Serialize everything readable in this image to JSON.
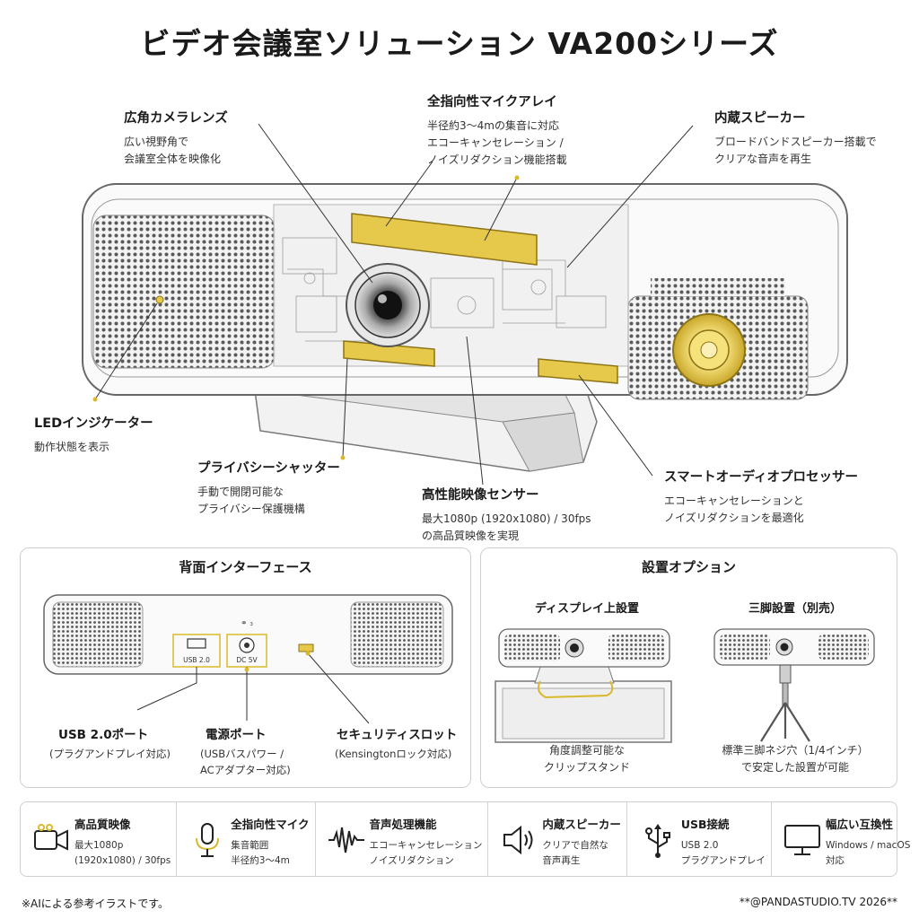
{
  "title": "ビデオ会議室ソリューション VA200シリーズ",
  "callouts": {
    "lens": {
      "title": "広角カメラレンズ",
      "lines": [
        "広い視野角で",
        "会議室全体を映像化"
      ]
    },
    "mic": {
      "title": "全指向性マイクアレイ",
      "lines": [
        "半径約3～4mの集音に対応",
        "エコーキャンセレーション /",
        "ノイズリダクション機能搭載"
      ]
    },
    "speaker": {
      "title": "内蔵スピーカー",
      "lines": [
        "ブロードバンドスピーカー搭載で",
        "クリアな音声を再生"
      ]
    },
    "led": {
      "title": "LEDインジケーター",
      "lines": [
        "動作状態を表示"
      ]
    },
    "shutter": {
      "title": "プライバシーシャッター",
      "lines": [
        "手動で開閉可能な",
        "プライバシー保護機構"
      ]
    },
    "sensor": {
      "title": "高性能映像センサー",
      "lines": [
        "最大1080p (1920x1080) / 30fps",
        "の高品質映像を実現"
      ]
    },
    "processor": {
      "title": "スマートオーディオプロセッサー",
      "lines": [
        "エコーキャンセレーションと",
        "ノイズリダクションを最適化"
      ]
    }
  },
  "rear": {
    "title": "背面インターフェース",
    "usb_port_text": "USB 2.0",
    "power_port_text": "DC 5V",
    "ports": [
      {
        "name": "USB 2.0ポート",
        "lines": [
          "(プラグアンドプレイ対応)"
        ]
      },
      {
        "name": "電源ポート",
        "lines": [
          "(USBバスパワー /",
          "ACアダプター対応)"
        ]
      },
      {
        "name": "セキュリティスロット",
        "lines": [
          "(Kensingtonロック対応)"
        ]
      }
    ]
  },
  "mount": {
    "title": "設置オプション",
    "display": {
      "title": "ディスプレイ上設置",
      "lines": [
        "角度調整可能な",
        "クリップスタンド"
      ]
    },
    "tripod": {
      "title": "三脚設置（別売）",
      "lines": [
        "標準三脚ネジ穴（1/4インチ）",
        "で安定した設置が可能"
      ]
    }
  },
  "features": [
    {
      "icon": "video-camera-icon",
      "title": "高品質映像",
      "lines": [
        "最大1080p",
        "(1920x1080) / 30fps"
      ]
    },
    {
      "icon": "microphone-icon",
      "title": "全指向性マイク",
      "lines": [
        "集音範囲",
        "半径約3～4m"
      ]
    },
    {
      "icon": "waveform-icon",
      "title": "音声処理機能",
      "lines": [
        "エコーキャンセレーション",
        "ノイズリダクション"
      ]
    },
    {
      "icon": "speaker-icon",
      "title": "内蔵スピーカー",
      "lines": [
        "クリアで自然な",
        "音声再生"
      ]
    },
    {
      "icon": "usb-icon",
      "title": "USB接続",
      "lines": [
        "USB 2.0",
        "プラグアンドプレイ"
      ]
    },
    {
      "icon": "monitor-icon",
      "title": "幅広い互換性",
      "lines": [
        "Windows / macOS",
        "対応"
      ]
    }
  ],
  "footer": {
    "left": "※AIによる参考イラストです。",
    "right": "**@PANDASTUDIO.TV 2026**"
  },
  "colors": {
    "accent": "#e3c437",
    "line": "#333333",
    "device": "#f4f4f4"
  }
}
